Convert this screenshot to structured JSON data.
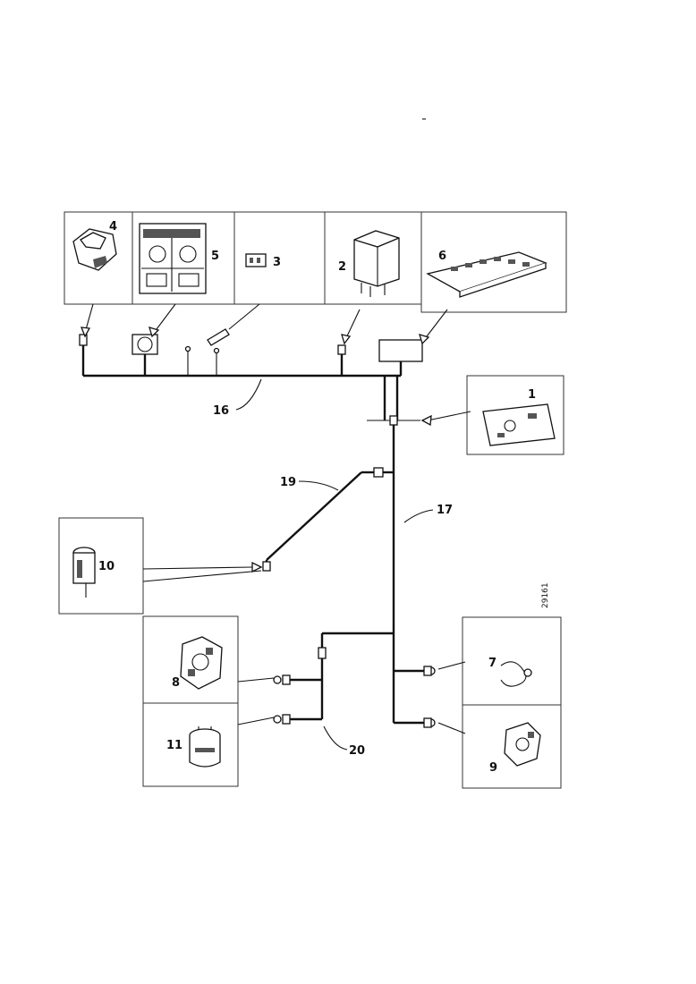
{
  "labels": {
    "c1": "1",
    "c2": "2",
    "c3": "3",
    "c4": "4",
    "c5": "5",
    "c6": "6",
    "c7": "7",
    "c8": "8",
    "c9": "9",
    "c10": "10",
    "c11": "11",
    "c16": "16",
    "c17": "17",
    "c19": "19",
    "c20": "20"
  },
  "reference_number": "29161"
}
